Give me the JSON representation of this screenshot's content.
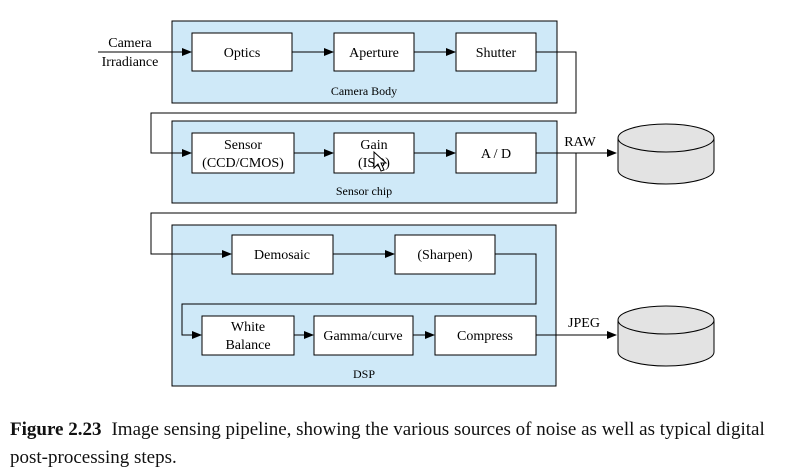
{
  "diagram": {
    "input_label_line1": "Camera",
    "input_label_line2": "Irradiance",
    "camera_body": {
      "label": "Camera Body",
      "blocks": {
        "optics": "Optics",
        "aperture": "Aperture",
        "shutter": "Shutter"
      }
    },
    "sensor_chip": {
      "label": "Sensor chip",
      "blocks": {
        "sensor_line1": "Sensor",
        "sensor_line2": "(CCD/CMOS)",
        "gain_line1": "Gain",
        "gain_line2": "(ISO)",
        "ad": "A / D"
      }
    },
    "dsp": {
      "label": "DSP",
      "blocks": {
        "demosaic": "Demosaic",
        "sharpen": "(Sharpen)",
        "white_balance_line1": "White",
        "white_balance_line2": "Balance",
        "gamma": "Gamma/curve",
        "compress": "Compress"
      }
    },
    "outputs": {
      "raw": "RAW",
      "jpeg": "JPEG"
    },
    "colors": {
      "group_fill": "#cfe9f8",
      "line": "#000000"
    }
  },
  "caption": {
    "figure_label": "Figure 2.23",
    "text": "Image sensing pipeline, showing the various sources of noise as well as typical digital post-processing steps."
  }
}
